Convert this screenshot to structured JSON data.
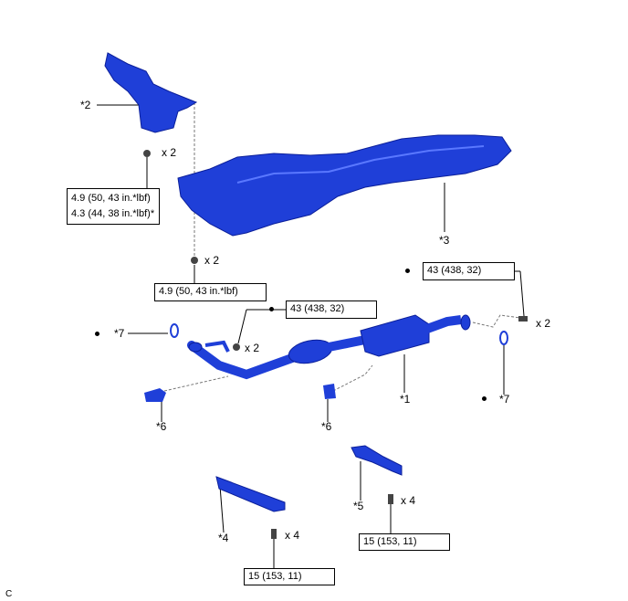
{
  "labels": {
    "p1": "*1",
    "p2": "*2",
    "p3": "*3",
    "p4": "*4",
    "p5": "*5",
    "p6a": "*6",
    "p6b": "*6",
    "p7a": "*7",
    "p7b": "*7"
  },
  "quantities": {
    "q2_top": "x 2",
    "q2_mid": "x 2",
    "q2_right": "x 2",
    "q2_nut": "x 2",
    "q4_a": "x 4",
    "q4_b": "x 4"
  },
  "torques": {
    "insulator2_line1": "4.9 (50, 43 in.*lbf)",
    "insulator2_line2": "4.3 (44, 38 in.*lbf)*",
    "insulator3": "4.9 (50, 43 in.*lbf)",
    "rear_bolt": "43 (438, 32)",
    "front_nut": "43 (438, 32)",
    "bracket5": "15 (153, 11)",
    "bracket4": "15 (153, 11)"
  },
  "corner_code": "C",
  "colors": {
    "part": "#1f3fd8",
    "part_dark": "#0b1f9a"
  }
}
